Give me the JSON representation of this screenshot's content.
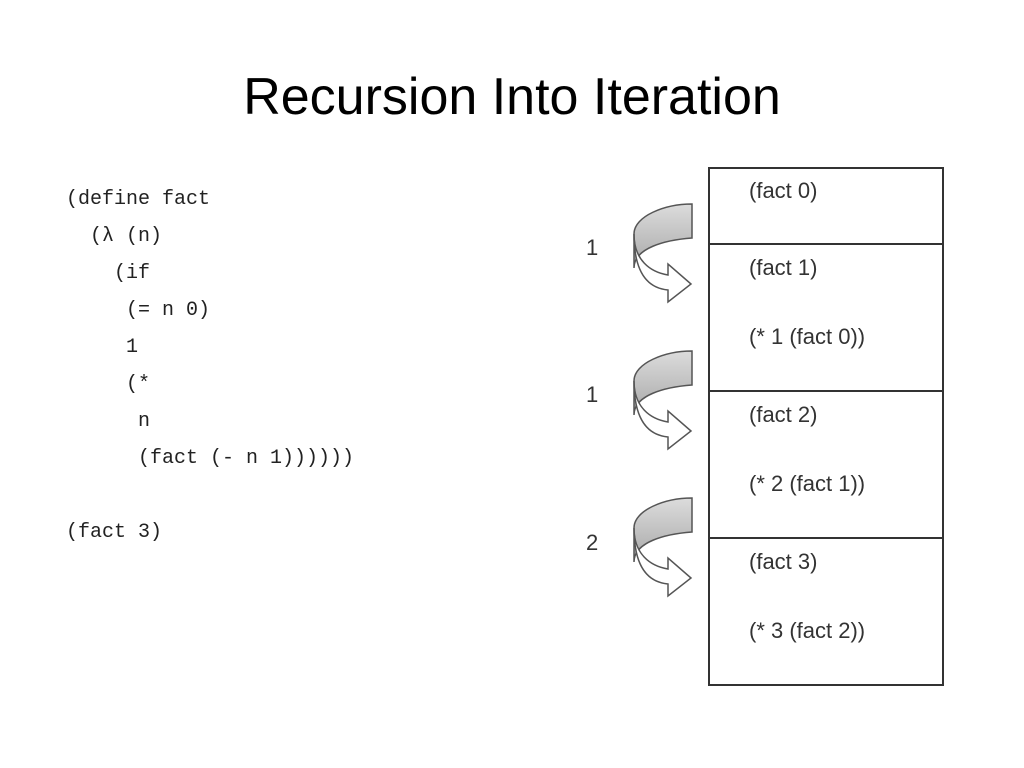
{
  "slide": {
    "title": "Recursion Into Iteration"
  },
  "code": {
    "lines": [
      "(define fact",
      "  (λ (n)",
      "    (if",
      "     (= n 0)",
      "     1",
      "     (*",
      "      n",
      "      (fact (- n 1))))))",
      "",
      "(fact 3)"
    ]
  },
  "stack": {
    "frames": [
      {
        "call": "(fact 0)",
        "expr": ""
      },
      {
        "call": "(fact 1)",
        "expr": "(* 1 (fact 0))"
      },
      {
        "call": "(fact 2)",
        "expr": "(* 2 (fact 1))"
      },
      {
        "call": "(fact 3)",
        "expr": "(* 3 (fact 2))"
      }
    ],
    "return_values": [
      "1",
      "1",
      "2"
    ]
  },
  "colors": {
    "arrow_fill": "#c8c8c8",
    "border": "#333333"
  },
  "icons": [
    "curved-return-arrow-icon"
  ]
}
